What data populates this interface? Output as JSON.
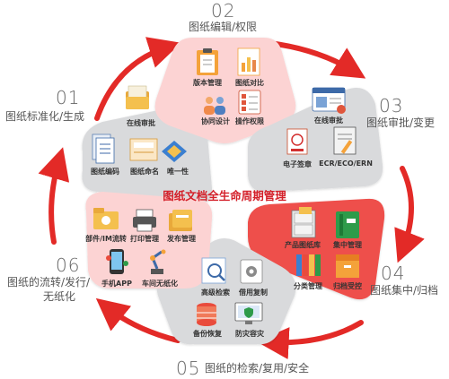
{
  "center_title": "图纸文档全生命周期管理",
  "stages": [
    {
      "number": "01",
      "title": "图纸标准化/生成",
      "items": [
        "在线审批",
        "图纸编码",
        "图纸命名",
        "唯一性"
      ]
    },
    {
      "number": "02",
      "title": "图纸编辑/权限",
      "items": [
        "版本管理",
        "图纸对比",
        "协同设计",
        "操作权限"
      ]
    },
    {
      "number": "03",
      "title": "图纸审批/变更",
      "items": [
        "在线审批",
        "电子签章",
        "ECR/ECO/ERN"
      ]
    },
    {
      "number": "04",
      "title": "图纸集中/归档",
      "items": [
        "产品图纸库",
        "集中管理",
        "分类管理",
        "归档受控"
      ]
    },
    {
      "number": "05",
      "title": "图纸的检索/复用/安全",
      "items": [
        "高级检索",
        "借用复制",
        "备份恢复",
        "防灾容灾"
      ]
    },
    {
      "number": "06",
      "title_lines": [
        "图纸的流转/发行/",
        "无纸化"
      ],
      "items": [
        "部件/IM流转",
        "打印管理",
        "发布管理",
        "手机APP",
        "车间无纸化"
      ]
    }
  ],
  "icons": {
    "s1": [
      "folder-icon",
      "document-stack-icon",
      "design-sheet-icon",
      "blueprint-icon"
    ],
    "s2": [
      "clipboard-icon",
      "chart-document-icon",
      "team-icon",
      "checklist-icon"
    ],
    "s3": [
      "browser-window-icon",
      "stamp-icon",
      "edit-document-icon"
    ],
    "s4": [
      "file-cabinet-icon",
      "green-book-icon",
      "binders-icon",
      "archive-box-icon"
    ],
    "s5": [
      "magnifier-chart-icon",
      "gear-magnifier-icon",
      "database-stack-icon",
      "shield-screen-icon"
    ],
    "s6": [
      "folder-flow-icon",
      "printer-icon",
      "folders-icon",
      "phone-app-icon",
      "factory-robot-icon"
    ]
  },
  "colors": {
    "segment_gray": "#d9dadc",
    "segment_pink": "#fcd3d3",
    "segment_red": "#ee4f4b",
    "arrow_red": "#e32a27",
    "center_title": "#d4202a"
  }
}
